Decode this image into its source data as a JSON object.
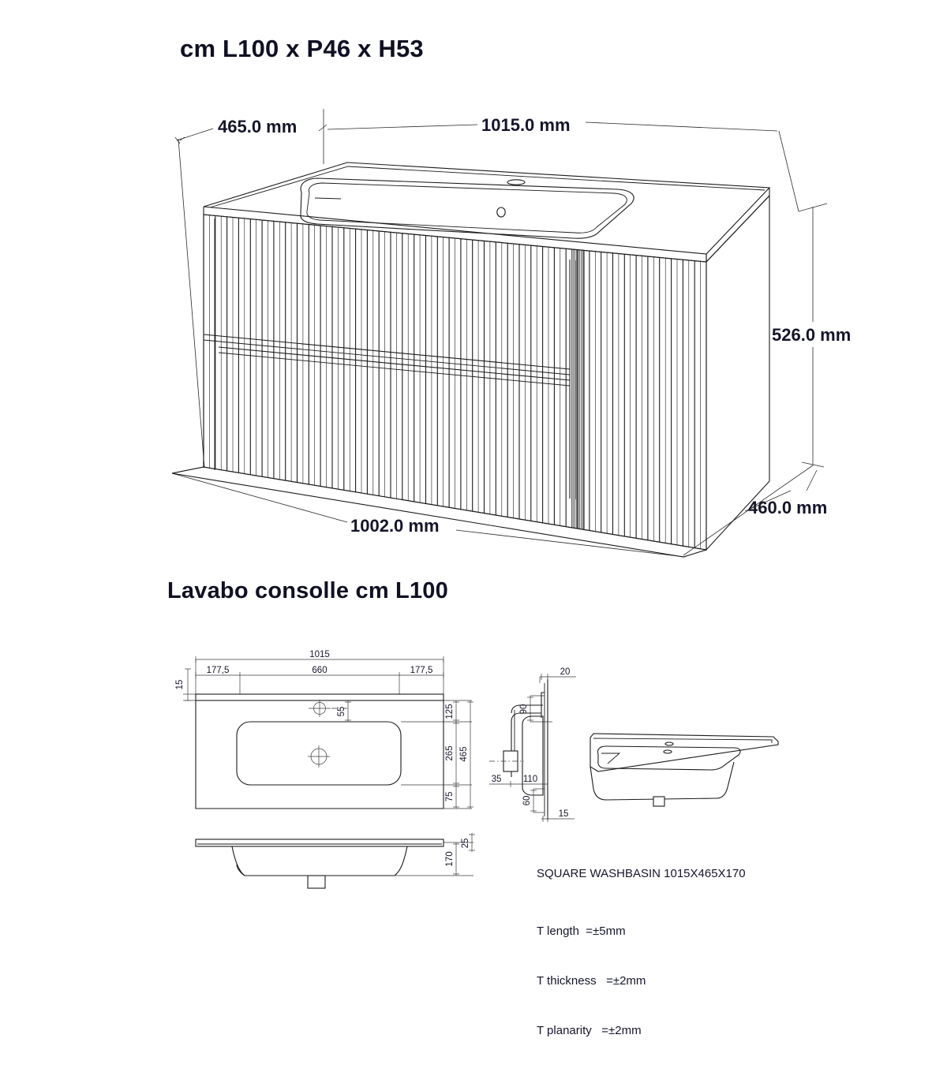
{
  "headings": {
    "main_title": "cm L100 x P46 x H53",
    "sub_title": "Lavabo consolle cm L100"
  },
  "isometric_dimensions": {
    "depth_top": "465.0 mm",
    "width_top": "1015.0 mm",
    "height_right": "526.0 mm",
    "depth_right": "460.0 mm",
    "width_bottom": "1002.0 mm"
  },
  "plan_view": {
    "overall_width": "1015",
    "left_segment": "177,5",
    "center_segment": "660",
    "right_segment": "177,5",
    "rim_thickness": "15",
    "top_band": "125",
    "tap_offset": "55",
    "bowl_depth": "265",
    "bottom_band": "75",
    "overall_depth": "465"
  },
  "section_view": {
    "top_rim": "20",
    "tap_deck": "90",
    "overhang": "35",
    "bowl_width": "110",
    "bowl_drop": "60",
    "base_thickness": "15"
  },
  "front_view": {
    "bowl_height": "170",
    "rim_height": "25"
  },
  "notes": {
    "product": "SQUARE WASHBASIN 1015X465X170",
    "tolerances": [
      "T length  =±5mm",
      "T thickness   =±2mm",
      "T planarity   =±2mm"
    ]
  },
  "colors": {
    "line": "#1b1b1b",
    "text": "#15152c",
    "background": "#ffffff"
  }
}
